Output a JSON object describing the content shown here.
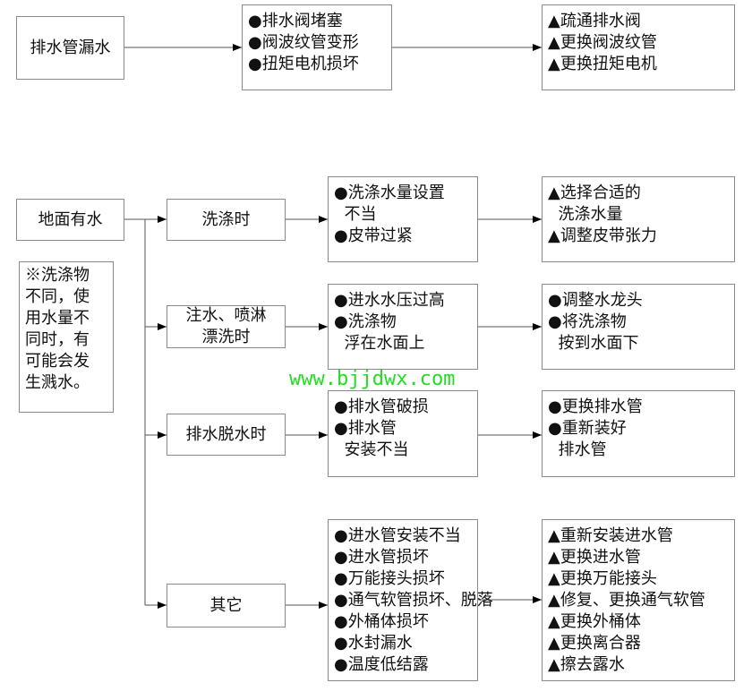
{
  "drain_leak": {
    "problem": "排水管漏水",
    "causes": [
      "●排水阀堵塞",
      "●阀波纹管变形",
      "●扭矩电机损坏"
    ],
    "solutions": [
      "▲疏通排水阀",
      "▲更换阀波纹管",
      "▲更换扭矩电机"
    ]
  },
  "floor_water": {
    "problem": "地面有水",
    "note": [
      "※洗涤物",
      "不同，使",
      "用水量不",
      "同时，有",
      "可能会发",
      "生溅水。"
    ],
    "branches": [
      {
        "stage": [
          "洗涤时"
        ],
        "causes": [
          "●洗涤水量设置",
          "  不当",
          "●皮带过紧"
        ],
        "solutions": [
          "▲选择合适的",
          "  洗涤水量",
          "▲调整皮带张力"
        ]
      },
      {
        "stage": [
          "注水、喷淋",
          "漂洗时"
        ],
        "causes": [
          "●进水水压过高",
          "●洗涤物",
          "  浮在水面上"
        ],
        "solutions": [
          "●调整水龙头",
          "●将洗涤物",
          "  按到水面下"
        ]
      },
      {
        "stage": [
          "排水脱水时"
        ],
        "causes": [
          "●排水管破损",
          "●排水管",
          "  安装不当"
        ],
        "solutions": [
          "●更换排水管",
          "●重新装好",
          "  排水管"
        ]
      },
      {
        "stage": [
          "其它"
        ],
        "causes": [
          "●进水管安装不当",
          "●进水管损坏",
          "●万能接头损坏",
          "●通气软管损坏、脱落",
          "●外桶体损坏",
          "●水封漏水",
          "●温度低结露"
        ],
        "solutions": [
          "▲重新安装进水管",
          "▲更换进水管",
          "▲更换万能接头",
          "▲修复、更换通气软管",
          "▲更换外桶体",
          "▲更换离合器",
          "▲擦去露水"
        ]
      }
    ]
  },
  "watermark": "www.bjjdwx.com",
  "colors": {
    "border": "#8a8a8a",
    "watermark": "#22dd22"
  }
}
